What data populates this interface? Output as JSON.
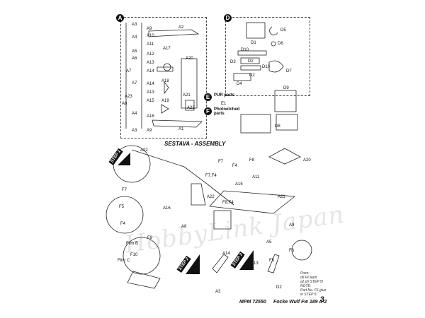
{
  "sections": {
    "a": "A",
    "d": "D",
    "e": "E",
    "f": "F"
  },
  "sprue_a_labels": {
    "a2": "A2",
    "a3": "A3",
    "a4": "A4",
    "a5": "A5",
    "a6": "A6",
    "a7": "A7",
    "a8": "A8",
    "a9": "A9",
    "a10": "A10",
    "a11": "A11",
    "a12": "A12",
    "a13": "A13",
    "a14": "A14",
    "a15": "A15",
    "a16": "A16",
    "a17": "A17",
    "a18": "A18",
    "a19": "A19",
    "a20": "A20",
    "a21": "A21",
    "a22": "A22",
    "a23": "A23",
    "a1": "A1"
  },
  "sprue_d_labels": {
    "d1": "D1",
    "d2": "D2",
    "d3": "D3",
    "d4": "D4",
    "d5": "D5",
    "d6": "D6",
    "d7": "D7",
    "d8": "D8",
    "d9": "D9",
    "d10": "D10"
  },
  "pur_parts": "PUR parts",
  "e1": "E1",
  "photoetched_parts": "Photoetched parts",
  "heading": "SESTAVA - ASSEMBLY",
  "steps": {
    "s1": "STEP 1",
    "s2": "STEP 2",
    "s3": "STEP 3"
  },
  "assembly_labels": {
    "a22": "A22",
    "a20": "A20",
    "a21": "A21",
    "a15": "A15",
    "a16": "A16",
    "a8": "A8",
    "a9": "A9",
    "a5": "A5",
    "a14": "A14",
    "a3": "A3",
    "a13": "A13",
    "a11": "A11",
    "d2": "D2",
    "f7": "F7",
    "f8": "F8",
    "f4": "F4",
    "f5": "F5",
    "f6": "F6",
    "f9": "F9",
    "f10": "F10",
    "f7f4": "F7,F4",
    "f8f4": "F8,F4",
    "film_b": "Film B",
    "film_c": "Film C"
  },
  "note": [
    "Pozn.:",
    "díl F6 lepit",
    "až při STEP 5!",
    "NOTE:",
    "Part No. F6 glue",
    "in STEP 5!"
  ],
  "footer": {
    "code": "MPM 72550",
    "model": "Focke Wulf Fw 189 A-2",
    "page": "3"
  },
  "watermark": "HobbyLink Japan"
}
